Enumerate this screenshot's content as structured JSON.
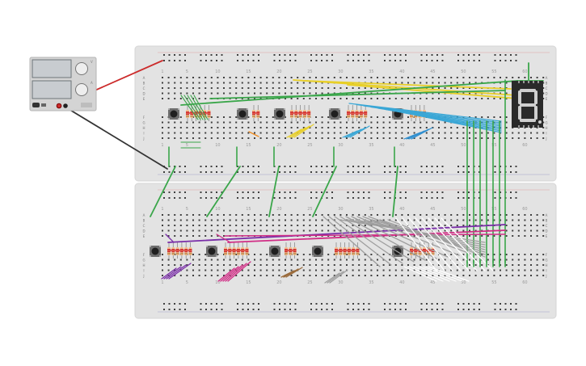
{
  "colors": {
    "background": "#ffffff",
    "breadboard": "#e3e3e3",
    "hole": "#3f3f3f",
    "rail_red": "#d44",
    "rail_blue": "#44a",
    "wire_green": "#3aa64a",
    "wire_red": "#cc2b2b",
    "wire_black": "#333333",
    "wire_yellow": "#e8cf27",
    "wire_lightblue": "#3aa7d6",
    "wire_orange": "#ef8a1d",
    "wire_purple": "#7a2ea8",
    "wire_magenta": "#d12e86",
    "wire_brown": "#9a6a3a",
    "wire_gray": "#9e9e9e",
    "wire_white": "#ffffff",
    "resistor_body": "#f4c090",
    "display_body": "#2a2a2a",
    "segment_off": "#cfcfcf"
  },
  "top_board": {
    "col_numbers": [
      "1",
      "5",
      "10",
      "15",
      "20",
      "25",
      "30",
      "35",
      "40",
      "45",
      "50",
      "55",
      "60"
    ],
    "row_letters_upper": [
      "A",
      "B",
      "C",
      "D",
      "E"
    ],
    "row_letters_lower": [
      "F",
      "G",
      "H",
      "I",
      "J"
    ]
  },
  "bottom_board": {
    "col_numbers": [
      "1",
      "5",
      "10",
      "15",
      "20",
      "25",
      "30",
      "35",
      "40",
      "45",
      "50",
      "55",
      "60"
    ],
    "row_letters_upper": [
      "A",
      "B",
      "C",
      "D",
      "E"
    ],
    "row_letters_lower": [
      "F",
      "G",
      "H",
      "I",
      "J"
    ]
  },
  "power_supply": {
    "icon": "power-supply-icon",
    "knob_labels": [
      "V",
      "A"
    ]
  },
  "seven_segment_display": {
    "icon": "seven-segment-display-icon",
    "digit": "8"
  },
  "component_groups": {
    "top": [
      "button-1",
      "button-2",
      "button-3",
      "button-4",
      "button-5"
    ],
    "bottom": [
      "button-6",
      "button-7",
      "button-8",
      "button-9",
      "button-10"
    ]
  }
}
